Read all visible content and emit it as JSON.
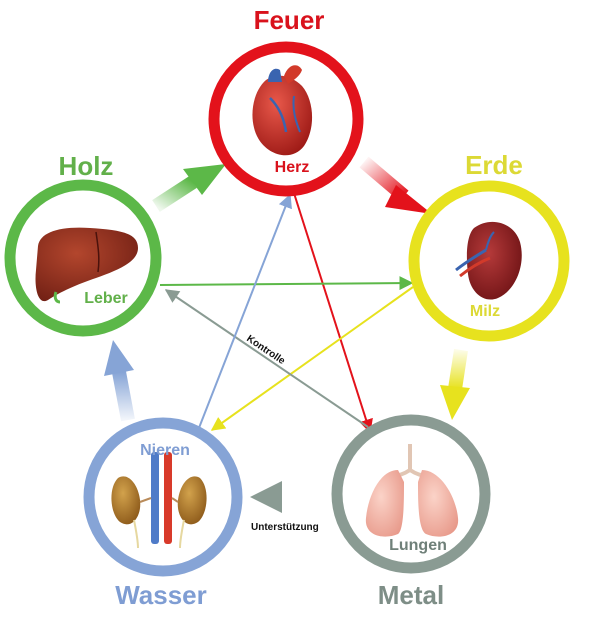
{
  "diagram": {
    "elements": {
      "fire": {
        "name": "Feuer",
        "organ": "Herz",
        "color": "#e3121b",
        "name_color": "#d9121c",
        "organ_color": "#d9121c"
      },
      "earth": {
        "name": "Erde",
        "organ": "Milz",
        "color": "#e7e21e",
        "name_color": "#dcd935",
        "organ_color": "#dcd935"
      },
      "metal": {
        "name": "Metal",
        "organ": "Lungen",
        "color": "#8a9b93",
        "name_color": "#7e8e87",
        "organ_color": "#6f8079"
      },
      "water": {
        "name": "Wasser",
        "organ": "Nieren",
        "color": "#86a4d6",
        "name_color": "#7f9dd3",
        "organ_color": "#7f9dd3"
      },
      "wood": {
        "name": "Holz",
        "organ": "Leber",
        "color": "#5cb848",
        "name_color": "#62b04a",
        "organ_color": "#62b04a"
      }
    },
    "cycle_labels": {
      "control": "Kontrolle",
      "support": "Unterstützung"
    }
  }
}
